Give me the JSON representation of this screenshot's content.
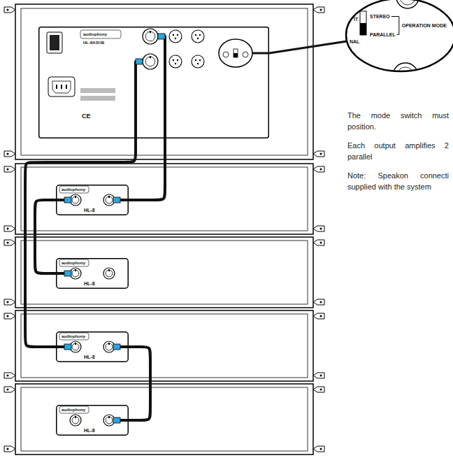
{
  "diagram": {
    "nodes": [
      {
        "text": [
          "audiophony",
          "HL-8ASUB",
          "CE"
        ]
      },
      {
        "text": [
          "audiophony",
          "HL-8"
        ]
      },
      {
        "text": [
          "audiophony",
          "HL-8"
        ]
      },
      {
        "text": [
          "audiophony",
          "HL-8"
        ]
      },
      {
        "text": [
          "audiophony",
          "HL-8"
        ]
      },
      {
        "text": [
          "IT",
          "NAL",
          "STEREO",
          "OPERATION MODE",
          "PARALLEL"
        ]
      }
    ],
    "edges": [
      {
        "from": 0,
        "to": 1,
        "arrow": "none"
      },
      {
        "from": 1,
        "to": 2,
        "arrow": "none"
      },
      {
        "from": 0,
        "to": 3,
        "arrow": "none"
      },
      {
        "from": 3,
        "to": 4,
        "arrow": "none"
      },
      {
        "from": 0,
        "to": 5,
        "arrow": "none"
      }
    ],
    "labels": [
      "The mode switch must position.",
      "Each output amplifies 2 parallel",
      "Note: Speakon connecti supplied with the system"
    ]
  }
}
